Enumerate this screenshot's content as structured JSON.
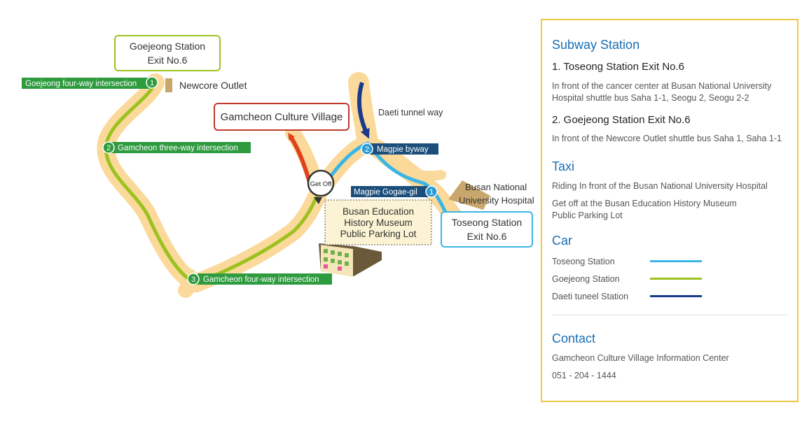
{
  "map": {
    "labels": {
      "goejeong_box": [
        "Goejeong Station",
        "Exit No.6"
      ],
      "newcore": "Newcore Outlet",
      "culture_village": "Gamcheon Culture Village",
      "daeti": "Daeti tunnel way",
      "get_off": "Get Off",
      "museum_box": [
        "Busan Education",
        "History Museum",
        "Public Parking Lot"
      ],
      "hospital": [
        "Busan National",
        "University Hospital"
      ],
      "toseong_box": [
        "Toseong Station",
        "Exit No.6"
      ]
    },
    "markers": [
      {
        "num": "1",
        "label": "Goejeong four-way intersection",
        "color": "#2e9b3f"
      },
      {
        "num": "2",
        "label": "Gamcheon three-way intersection",
        "color": "#2e9b3f"
      },
      {
        "num": "3",
        "label": "Gamcheon four-way intersection",
        "color": "#2e9b3f"
      },
      {
        "num": "2",
        "label": "Magpie byway",
        "color": "#1b4e7a"
      },
      {
        "num": "1",
        "label": "Magpie Gogae-gil",
        "color": "#1b4e7a"
      }
    ],
    "colors": {
      "road": "#fbd99a",
      "road_edge": "#f0c06a",
      "toseong_line": "#3ab6e5",
      "goejeong_line": "#9cc21f",
      "daeti_line": "#1b3a8c",
      "walk_arrow": "#e0411b",
      "marker_green": "#2e9b3f",
      "marker_navy": "#1b4e7a",
      "marker_blue_circle": "#2a9ad6"
    }
  },
  "panel": {
    "subway": {
      "title": "Subway Station",
      "items": [
        {
          "title": "1. Toseong Station Exit No.6",
          "lines": [
            "In front of the cancer center at Busan National University",
            "Hospital shuttle bus Saha 1-1, Seogu 2, Seogu 2-2"
          ]
        },
        {
          "title": "2. Goejeong Station Exit No.6",
          "lines": [
            "In front of the Newcore Outlet shuttle bus Saha 1, Saha 1-1"
          ]
        }
      ]
    },
    "taxi": {
      "title": "Taxi",
      "lines": [
        "Riding In front of the Busan National University Hospital",
        "Get off at the Busan Education History Museum",
        "Public Parking Lot"
      ]
    },
    "car": {
      "title": "Car",
      "legend": [
        {
          "name": "Toseong Station",
          "color": "#3ab6e5"
        },
        {
          "name": "Goejeong Station",
          "color": "#9cc21f"
        },
        {
          "name": "Daeti tuneel Station",
          "color": "#1b3a8c"
        }
      ]
    },
    "contact": {
      "title": "Contact",
      "lines": [
        "Gamcheon Culture Village Information Center",
        "051 - 204 - 1444"
      ]
    }
  }
}
